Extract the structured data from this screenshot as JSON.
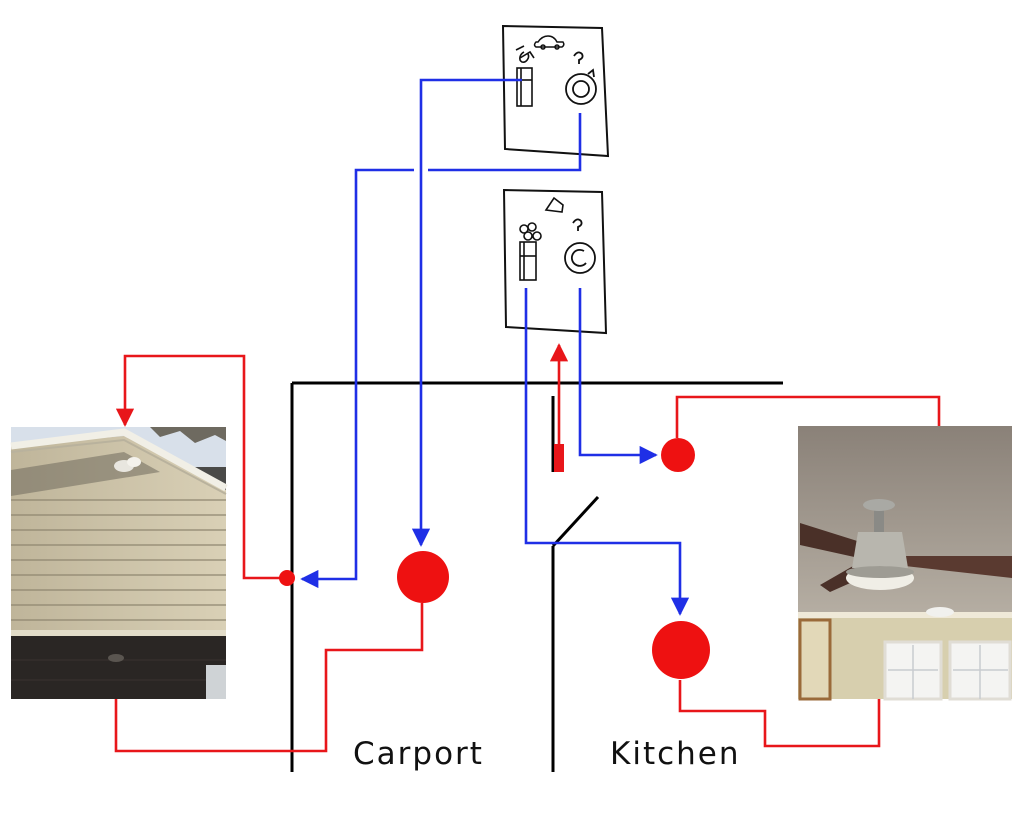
{
  "labels": {
    "carport": "Carport",
    "kitchen": "Kitchen"
  },
  "colors": {
    "wire_blue": "#1f2fe6",
    "wire_red": "#e8161a",
    "fixture_red": "#ee1111",
    "wall": "#000000"
  },
  "icons": {
    "switch_plate_symbols": [
      "fan-switch-icon",
      "light-dial-icon",
      "house-icon",
      "car-icon"
    ],
    "photos": [
      "carport-exterior-photo",
      "kitchen-ceiling-fan-photo"
    ]
  }
}
